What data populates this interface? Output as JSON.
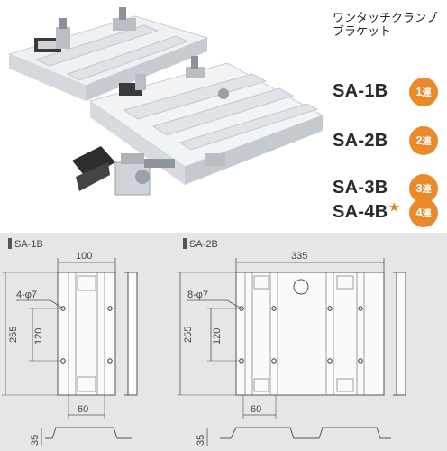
{
  "title": "ワンタッチクランプ\nブラケット",
  "models": [
    {
      "name": "SA-1B",
      "badge_num": "1",
      "badge_unit": "連",
      "star": ""
    },
    {
      "name": "SA-2B",
      "badge_num": "2",
      "badge_unit": "連",
      "star": ""
    },
    {
      "name": "SA-3B",
      "badge_num": "3",
      "badge_unit": "連",
      "star": ""
    },
    {
      "name": "SA-4B",
      "badge_num": "4",
      "badge_unit": "連",
      "star": "★"
    }
  ],
  "drawing": {
    "sa1b": {
      "label": "SA-1B",
      "width": "100",
      "holes": "4-φ7",
      "height": "255",
      "pitch": "120",
      "bottom": "60",
      "thick": "35"
    },
    "sa2b": {
      "label": "SA-2B",
      "width": "335",
      "holes": "8-φ7",
      "height": "255",
      "pitch": "120",
      "bottom": "60",
      "thick": "35"
    }
  },
  "colors": {
    "accent": "#ea8a2b",
    "drawing_bg": "#e6e6e6",
    "plate": "#e9ecef"
  }
}
